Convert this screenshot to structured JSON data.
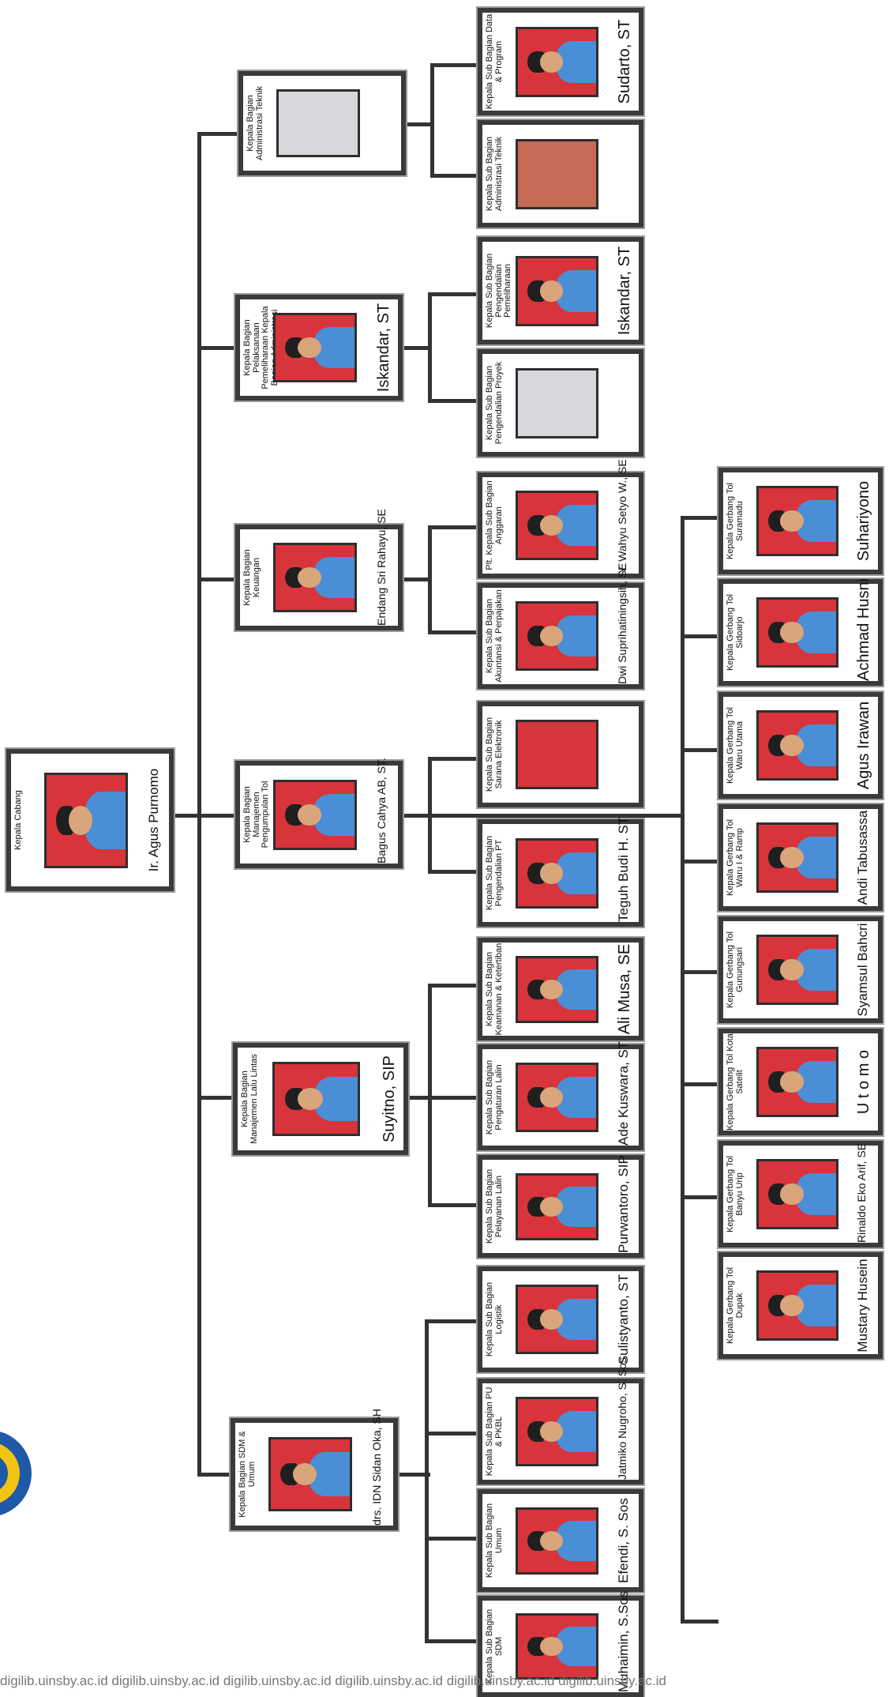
{
  "root": {
    "title": "Kepala Cabang",
    "name": "Ir. Agus Purnomo"
  },
  "departments": [
    {
      "title": "Kepala Bagian Administrasi Teknik",
      "name": ""
    },
    {
      "title": "Kepala Bagian Pelaksanaan Pemeliharaan Kepala Bagian Administrasi Teknik",
      "name": "Iskandar, ST"
    },
    {
      "title": "Kepala Bagian Keuangan",
      "name": "Endang Sri Rahayu, SE"
    },
    {
      "title": "Kepala Bagian Manajemen Pengumpulan Tol",
      "name": "Bagus Cahya AB, ST."
    },
    {
      "title": "Kepala Bagian Manajemen Lalu Lintas",
      "name": "Suyitno, SIP"
    },
    {
      "title": "Kepala Bagian SDM & Umum",
      "name": "drs. IDN Sidan Oka, SH"
    }
  ],
  "subsections": [
    {
      "title": "Kepala Sub Bagian Data & Program",
      "name": "Sudarto, ST"
    },
    {
      "title": "Kepala Sub Bagian Administrasi Teknik",
      "name": ""
    },
    {
      "title": "Kepala Sub Bagian Pengendalian Pemeliharaan",
      "name": "Iskandar, ST"
    },
    {
      "title": "Kepala Sub Bagian Pengendalian Proyek",
      "name": ""
    },
    {
      "title": "Plt. Kepala Sub Bagian Anggaran",
      "name": "Y. Wahyu Setyo W., SE"
    },
    {
      "title": "Kepala Sub Bagian Akuntansi & Perpajakan",
      "name": "Dwi Suprihatiningsih, SE"
    },
    {
      "title": "Kepala Sub Bagian Sarana Elektronik",
      "name": ""
    },
    {
      "title": "Kepala Sub Bagian Pengendalian PT",
      "name": "Teguh Budi H. ST"
    },
    {
      "title": "Kepala Sub Bagian Keamanan & Ketertiban",
      "name": "Ali Musa, SE"
    },
    {
      "title": "Kepala Sub Bagian Pengaturan Lalin",
      "name": "Ade Kuswara, ST"
    },
    {
      "title": "Kepala Sub Bagian Pelayanan Lalin",
      "name": "Purwantoro, SIP"
    },
    {
      "title": "Kepala Sub Bagian Logistik",
      "name": "Sulistyanto, ST"
    },
    {
      "title": "Kepala Sub Bagian PU & PKBL",
      "name": "Jatmiko Nugroho, S. Sos"
    },
    {
      "title": "Kepala Sub Bagian Umum",
      "name": "Efendi, S. Sos"
    },
    {
      "title": "Kepala Sub Bagian SDM",
      "name": "Muhaimin, S.Sos"
    }
  ],
  "gates": [
    {
      "title": "Kepala Gerbang Tol Suramadu",
      "name": "Suhariyono"
    },
    {
      "title": "Kepala Gerbang Tol Sidoarjo",
      "name": "Achmad Husni"
    },
    {
      "title": "Kepala Gerbang Tol Waru Utama",
      "name": "Agus Irawan"
    },
    {
      "title": "Kepala Gerbang Tol Waru I & Ramp",
      "name": "Andi Tabusassa"
    },
    {
      "title": "Kepala Gerbang Tol Gunungsari",
      "name": "Syamsul Bahcri"
    },
    {
      "title": "Kepala Gerbang Tol Kota Satelit",
      "name": "U t o m o"
    },
    {
      "title": "Kepala Gerbang Tol Banyu Urip",
      "name": "Rinaldo Eko Arif, SE"
    },
    {
      "title": "Kepala Gerbang Tol Dupak",
      "name": "Mustary Husein"
    }
  ],
  "footer": "digilib.uinsby.ac.id   digilib.uinsby.ac.id   digilib.uinsby.ac.id   digilib.uinsby.ac.id   digilib.uinsby.ac.id   digilib.uinsby.ac.id",
  "colors": {
    "photo_red": "#d8343c",
    "photo_light": "#d8d8dc",
    "photo_brick": "#c46a55",
    "shirt": "#4a8fd6"
  }
}
